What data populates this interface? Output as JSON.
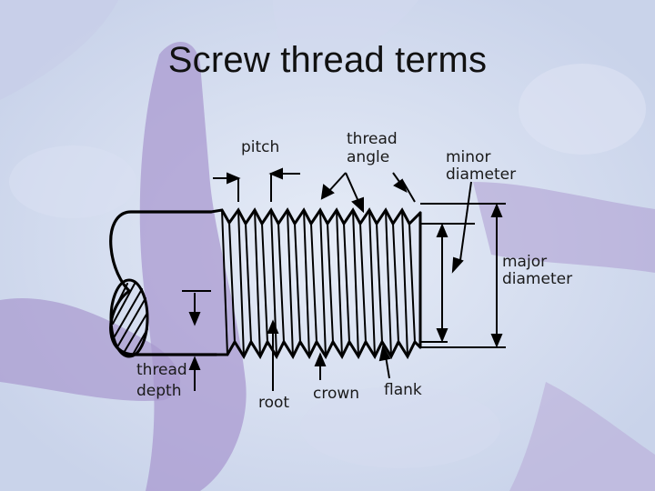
{
  "title": "Screw thread terms",
  "labels": {
    "pitch": "pitch",
    "thread_angle_1": "thread",
    "thread_angle_2": "angle",
    "minor_diameter_1": "minor",
    "minor_diameter_2": "diameter",
    "major_diameter_1": "major",
    "major_diameter_2": "diameter",
    "thread_depth_1": "thread",
    "thread_depth_2": "depth",
    "root": "root",
    "crown": "crown",
    "flank": "flank"
  },
  "colors": {
    "background": "#cfd8ec",
    "starfish": "#a596c9",
    "line": "#000000"
  }
}
